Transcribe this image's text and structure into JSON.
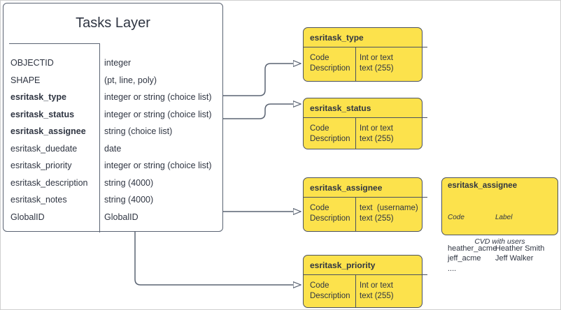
{
  "diagram": {
    "colors": {
      "domain_fill": "#fce24c",
      "stroke": "#4a5160",
      "text": "#2f3542",
      "page_border": "#cfcfcf"
    },
    "main_table": {
      "title": "Tasks Layer",
      "fields": [
        {
          "name": "OBJECTID",
          "type": "integer",
          "bold": false
        },
        {
          "name": "SHAPE",
          "type": "(pt, line, poly)",
          "bold": false
        },
        {
          "name": "esritask_type",
          "type": "integer or string (choice list)",
          "bold": true
        },
        {
          "name": "esritask_status",
          "type": "integer or string (choice list)",
          "bold": true
        },
        {
          "name": "esritask_assignee",
          "type": "string (choice list)",
          "bold": true
        },
        {
          "name": "esritask_duedate",
          "type": "date",
          "bold": false
        },
        {
          "name": "esritask_priority",
          "type": "integer or string (choice list)",
          "bold": false
        },
        {
          "name": "esritask_description",
          "type": "string (4000)",
          "bold": false
        },
        {
          "name": "esritask_notes",
          "type": "string (4000)",
          "bold": false
        },
        {
          "name": "GlobalID",
          "type": "GlobalID",
          "bold": false
        }
      ]
    },
    "domains": [
      {
        "title": "esritask_type",
        "left_lines": "Code\nDescription",
        "right_lines": "Int or text\ntext (255)"
      },
      {
        "title": "esritask_status",
        "left_lines": "Code\nDescription",
        "right_lines": "Int or text\ntext (255)"
      },
      {
        "title": "esritask_assignee",
        "left_lines": "Code\nDescription",
        "right_lines": "text  (username)\ntext (255)"
      },
      {
        "title": "esritask_priority",
        "left_lines": "Code\nDescription",
        "right_lines": "Int or text\ntext (255)"
      }
    ],
    "cvd": {
      "title": "esritask_assignee",
      "col_a_header": "Code",
      "col_b_header": "Label",
      "col_a_values": "heather_acme\njeff_acme\n....",
      "col_b_values": "Heather Smith\nJeff Walker",
      "caption": "CVD with users"
    }
  }
}
